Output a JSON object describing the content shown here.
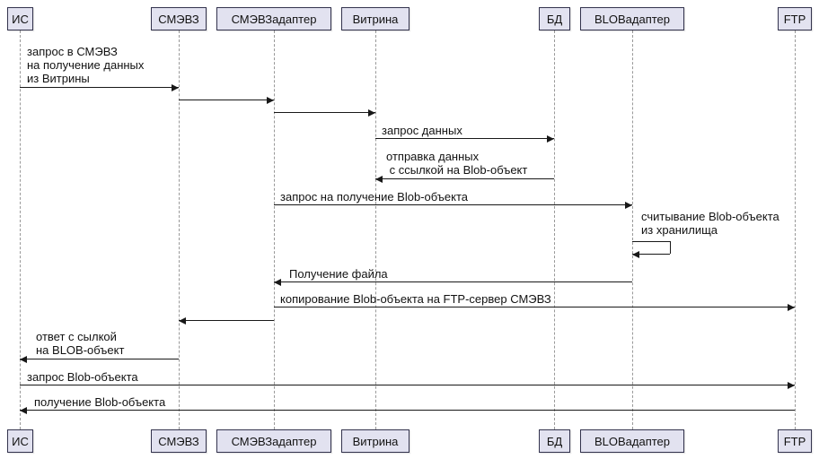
{
  "diagram": {
    "type": "sequence-diagram",
    "participants": [
      {
        "name": "ИС"
      },
      {
        "name": "СМЭВЗ"
      },
      {
        "name": "СМЭВЗадаптер"
      },
      {
        "name": "Витрина"
      },
      {
        "name": "БД"
      },
      {
        "name": "BLOBадаптер"
      },
      {
        "name": "FTP"
      }
    ],
    "messages": [
      {
        "from": "ИС",
        "to": "СМЭВЗ",
        "label": "запрос в СМЭВЗ\nна получение данных\nиз Витрины"
      },
      {
        "from": "СМЭВЗ",
        "to": "СМЭВЗадаптер",
        "label": ""
      },
      {
        "from": "СМЭВЗадаптер",
        "to": "Витрина",
        "label": ""
      },
      {
        "from": "Витрина",
        "to": "БД",
        "label": "запрос данных"
      },
      {
        "from": "БД",
        "to": "Витрина",
        "label": "отправка данных\n с ссылкой на Blob-объект"
      },
      {
        "from": "СМЭВЗадаптер",
        "to": "BLOBадаптер",
        "label": "запрос на получение Blob-объекта"
      },
      {
        "from": "BLOBадаптер",
        "to": "BLOBадаптер",
        "label": "считывание Blob-объекта\nиз хранилища"
      },
      {
        "from": "BLOBадаптер",
        "to": "СМЭВЗадаптер",
        "label": "Получение файла"
      },
      {
        "from": "СМЭВЗадаптер",
        "to": "FTP",
        "label": "копирование Blob-объекта на FTP-сервер СМЭВЗ"
      },
      {
        "from": "СМЭВЗадаптер",
        "to": "СМЭВЗ",
        "label": ""
      },
      {
        "from": "СМЭВЗ",
        "to": "ИС",
        "label": "ответ с сылкой\nна BLOB-объект"
      },
      {
        "from": "ИС",
        "to": "FTP",
        "label": "запрос Blob-объекта"
      },
      {
        "from": "FTP",
        "to": "ИС",
        "label": "получение Blob-объекта"
      }
    ],
    "colors": {
      "participant_fill": "#E2E2F0",
      "participant_border": "#33334d",
      "lifeline": "#999999",
      "arrow": "#181818",
      "text": "#121212",
      "background": "#ffffff"
    }
  }
}
